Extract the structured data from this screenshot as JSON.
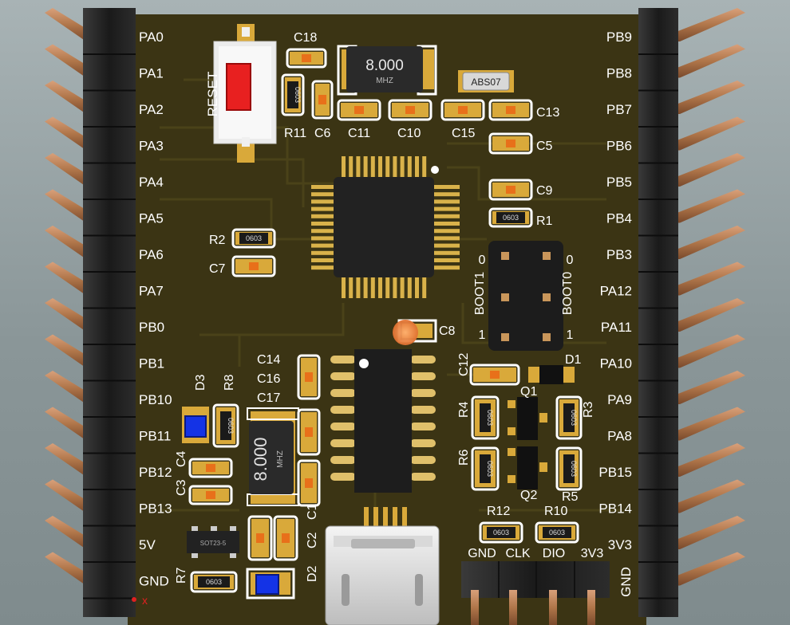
{
  "board": {
    "silk_color": "#ffffff",
    "pcb_color": "#3b3414",
    "pad_color": "#d9a93a",
    "pin_color": "#b87c4a",
    "header_color": "#1c1c1c"
  },
  "left_labels": [
    "PA0",
    "PA1",
    "PA2",
    "PA3",
    "PA4",
    "PA5",
    "PA6",
    "PA7",
    "PB0",
    "PB1",
    "PB10",
    "PB11",
    "PB12",
    "PB13",
    "5V",
    "GND"
  ],
  "right_labels": [
    "PB9",
    "PB8",
    "PB7",
    "PB6",
    "PB5",
    "PB4",
    "PB3",
    "PA12",
    "PA11",
    "PA10",
    "PA9",
    "PA8",
    "PB15",
    "PB14",
    "3V3",
    "GND"
  ],
  "reset_label": "RESET",
  "crystal_top": {
    "freq": "8.000",
    "unit": "MHZ"
  },
  "crystal_left": {
    "freq": "8.000",
    "unit": "MHZ"
  },
  "abs07_label": "ABS07",
  "package_0603": "0603",
  "sot_label": "SOT23-5",
  "boot": {
    "boot1": "BOOT1",
    "boot0": "BOOT0",
    "zero": "0",
    "one": "1"
  },
  "swd_labels": [
    "GND",
    "CLK",
    "DIO",
    "3V3"
  ],
  "refs": {
    "c18": "C18",
    "r11": "R11",
    "c6": "C6",
    "c11": "C11",
    "c10": "C10",
    "c15": "C15",
    "c13": "C13",
    "c5": "C5",
    "c9": "C9",
    "r1": "R1",
    "r2": "R2",
    "c7": "C7",
    "c8": "C8",
    "c14": "C14",
    "c16": "C16",
    "c17": "C17",
    "d3": "D3",
    "r8": "R8",
    "c4": "C4",
    "c3": "C3",
    "c12": "C12",
    "d1": "D1",
    "q1": "Q1",
    "q2": "Q2",
    "r4": "R4",
    "r3": "R3",
    "r6": "R6",
    "r5": "R5",
    "r12": "R12",
    "r10": "R10",
    "c1": "C1",
    "c2": "C2",
    "r7": "R7",
    "d2": "D2"
  },
  "marker_label": "x"
}
